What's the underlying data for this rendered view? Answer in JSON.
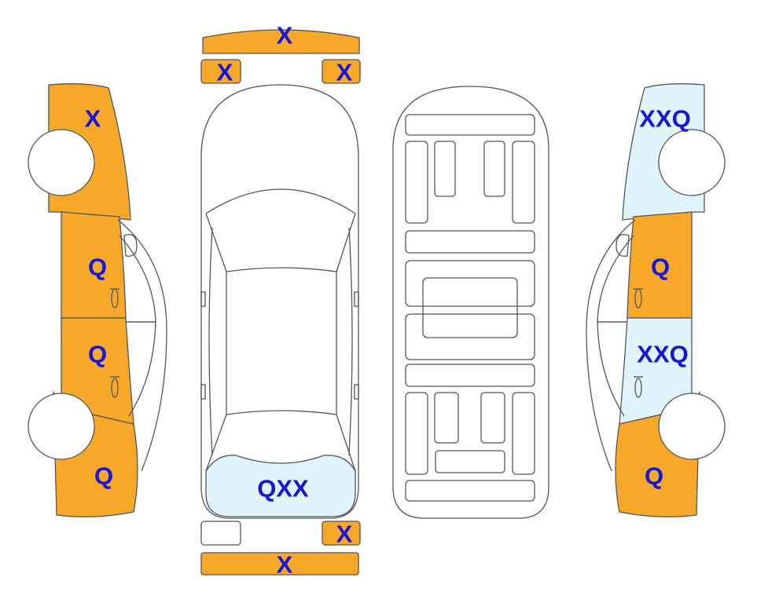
{
  "colors": {
    "damaged": "#F8A828",
    "painted": "#DFF4FB",
    "none": "#FFFFFF",
    "outline": "#555555",
    "label": "#1515DC"
  },
  "parts": {
    "front_bumper": {
      "code": "X",
      "state": "damaged"
    },
    "front_left_corner": {
      "code": "X",
      "state": "damaged"
    },
    "front_right_corner": {
      "code": "X",
      "state": "damaged"
    },
    "left_front_fender": {
      "code": "X",
      "state": "damaged"
    },
    "left_front_door": {
      "code": "Q",
      "state": "damaged"
    },
    "left_rear_door": {
      "code": "Q",
      "state": "damaged"
    },
    "left_rear_quarter": {
      "code": "Q",
      "state": "damaged"
    },
    "trunk_lid": {
      "code": "QXX",
      "state": "painted"
    },
    "right_front_fender": {
      "code": "XXQ",
      "state": "painted"
    },
    "right_front_door": {
      "code": "Q",
      "state": "damaged"
    },
    "right_rear_door": {
      "code": "XXQ",
      "state": "painted"
    },
    "right_rear_quarter": {
      "code": "Q",
      "state": "damaged"
    },
    "rear_left_corner": {
      "code": "",
      "state": "none"
    },
    "rear_right_corner": {
      "code": "X",
      "state": "damaged"
    },
    "rear_bumper": {
      "code": "X",
      "state": "damaged"
    }
  }
}
